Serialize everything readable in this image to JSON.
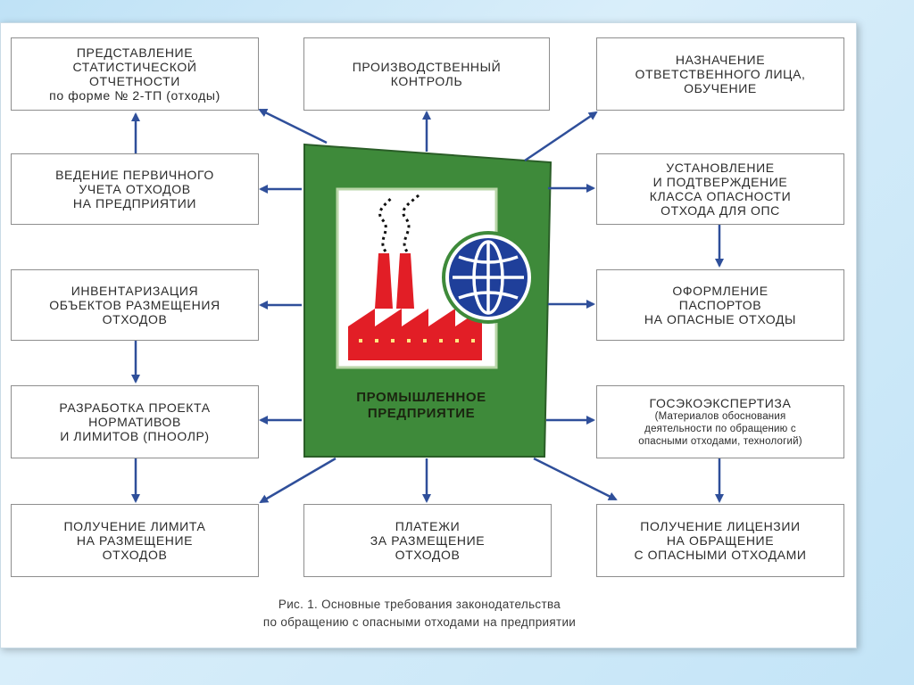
{
  "boxes": {
    "stat_report": [
      "ПРЕДСТАВЛЕНИЕ",
      "СТАТИСТИЧЕСКОЙ",
      "ОТЧЕТНОСТИ",
      "по форме № 2-ТП (отходы)"
    ],
    "prod_control": [
      "ПРОИЗВОДСТВЕННЫЙ",
      "КОНТРОЛЬ"
    ],
    "responsible": [
      "НАЗНАЧЕНИЕ",
      "ОТВЕТСТВЕННОГО ЛИЦА,",
      "ОБУЧЕНИЕ"
    ],
    "primary_account": [
      "ВЕДЕНИЕ ПЕРВИЧНОГО",
      "УЧЕТА ОТХОДОВ",
      "НА ПРЕДПРИЯТИИ"
    ],
    "hazard_class": [
      "УСТАНОВЛЕНИЕ",
      "И ПОДТВЕРЖДЕНИЕ",
      "КЛАССА ОПАСНОСТИ",
      "ОТХОДА ДЛЯ ОПС"
    ],
    "inventory": [
      "ИНВЕНТАРИЗАЦИЯ",
      "ОБЪЕКТОВ РАЗМЕЩЕНИЯ",
      "ОТХОДОВ"
    ],
    "passports": [
      "ОФОРМЛЕНИЕ",
      "ПАСПОРТОВ",
      "НА ОПАСНЫЕ ОТХОДЫ"
    ],
    "pnoolr": [
      "РАЗРАБОТКА ПРОЕКТА",
      "НОРМАТИВОВ",
      "И ЛИМИТОВ (ПНООЛР)"
    ],
    "expertise_title": "ГОСЭКОЭКСПЕРТИЗА",
    "expertise_note": [
      "(Материалов обоснования",
      "деятельности по обращению с",
      "опасными отходами, технологий)"
    ],
    "limit": [
      "ПОЛУЧЕНИЕ ЛИМИТА",
      "НА РАЗМЕЩЕНИЕ",
      "ОТХОДОВ"
    ],
    "payments": [
      "ПЛАТЕЖИ",
      "ЗА РАЗМЕЩЕНИЕ",
      "ОТХОДОВ"
    ],
    "license": [
      "ПОЛУЧЕНИЕ ЛИЦЕНЗИИ",
      "НА ОБРАЩЕНИЕ",
      "С ОПАСНЫМИ ОТХОДАМИ"
    ]
  },
  "center": {
    "title_line1": "ПРОМЫШЛЕННОЕ",
    "title_line2": "ПРЕДПРИЯТИЕ",
    "icons": [
      "factory-icon",
      "globe-icon"
    ]
  },
  "caption": {
    "line1": "Рис. 1. Основные требования законодательства",
    "line2": "по обращению с опасными отходами на предприятии"
  },
  "colors": {
    "arrow": "#2f4f9a",
    "panel_green": "#3e8a3a",
    "factory_red": "#e21e26",
    "globe_blue": "#1f3f9a"
  }
}
